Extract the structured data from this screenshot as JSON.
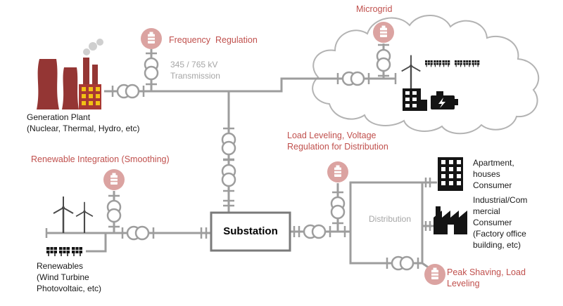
{
  "colors": {
    "accent_red": "#c0504d",
    "battery_pink": "#dba3a1",
    "wire_gray": "#9d9d9d",
    "muted_text_gray": "#a6a6a6",
    "icon_black": "#141414",
    "plant_red": "#943634",
    "window_yellow": "#f2c114"
  },
  "icons": {
    "battery-icon": "white battery glyph on pink circle",
    "transformer-icon": "two overlapping circles with bus ticks",
    "wind-turbine-icon": "three-blade turbine",
    "solar-panel-icon": "panel with grid and legs",
    "generation-plant-icon": "cooling towers, chimneys, windowed building",
    "apartment-icon": "tall building with windows",
    "factory-icon": "sawtooth roof factory",
    "city-building-icon": "black building with windows",
    "generator-icon": "engine block with bolt",
    "cloud-icon": "microgrid cloud outline"
  },
  "nodes": {
    "microgrid": {
      "label": "Microgrid"
    },
    "frequency_regulation": {
      "label": "Frequency  Regulation"
    },
    "transmission": {
      "label": "345 / 765 kV\nTransmission"
    },
    "generation_plant": {
      "label": "Generation Plant\n(Nuclear, Thermal, Hydro, etc)"
    },
    "renewable_integration": {
      "label": "Renewable Integration (Smoothing)"
    },
    "renewables": {
      "label": "Renewables\n(Wind Turbine\nPhotovoltaic, etc)"
    },
    "substation": {
      "label": "Substation"
    },
    "load_leveling": {
      "label": "Load Leveling, Voltage\nRegulation for Distribution"
    },
    "distribution": {
      "label": "Distribution"
    },
    "apartment_consumer": {
      "label": "Apartment,\nhouses\nConsumer"
    },
    "industrial_consumer": {
      "label": "Industrial/Com\nmercial\nConsumer\n(Factory office\nbuilding, etc)"
    },
    "peak_shaving": {
      "label": "Peak Shaving, Load\nLeveling"
    }
  }
}
